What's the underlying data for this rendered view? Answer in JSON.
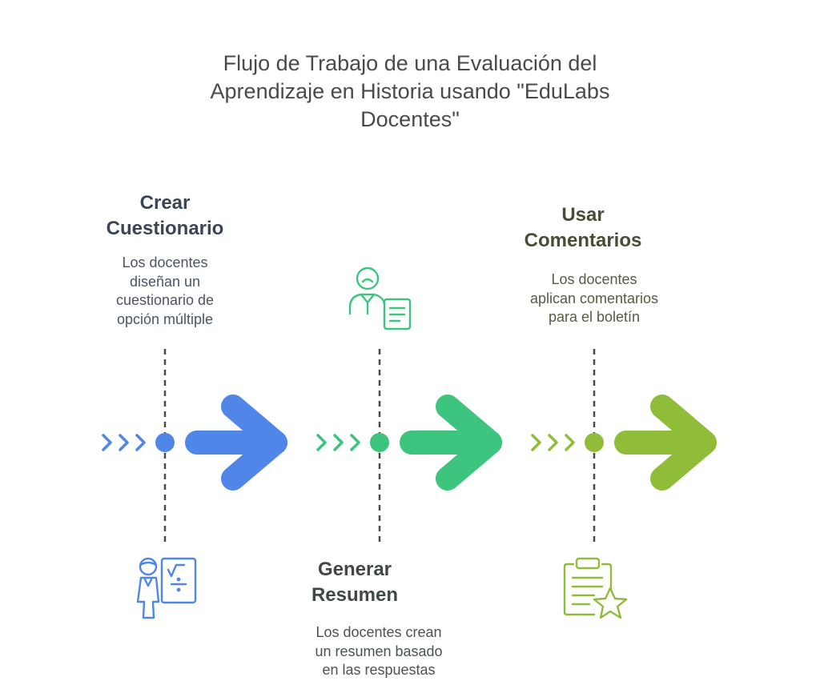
{
  "title": {
    "line1": "Flujo de Trabajo de una Evaluación del",
    "line2": "Aprendizaje en Historia usando \"EduLabs",
    "line3": "Docentes\""
  },
  "steps": [
    {
      "heading_line1": "Crear",
      "heading_line2": "Cuestionario",
      "desc_line1": "Los docentes",
      "desc_line2": "diseñan un",
      "desc_line3": "cuestionario de",
      "desc_line4": "opción múltiple",
      "color": "#4f86e8",
      "icon": "teacher-board-icon"
    },
    {
      "heading_line1": "Generar",
      "heading_line2": "Resumen",
      "desc_line1": "Los docentes crean",
      "desc_line2": "un resumen basado",
      "desc_line3": "en las respuestas",
      "color": "#3dc47e",
      "icon": "user-document-icon"
    },
    {
      "heading_line1": "Usar",
      "heading_line2": "Comentarios",
      "desc_line1": "Los docentes",
      "desc_line2": "aplican comentarios",
      "desc_line3": "para el boletín",
      "color": "#8fbd3a",
      "icon": "clipboard-star-icon"
    }
  ],
  "colors": {
    "heading_blue": "#3b4556",
    "heading_green": "#3e4a40",
    "heading_olive": "#4a4d36",
    "desc_blue": "#4b5563",
    "desc_green": "#4a544c",
    "desc_olive": "#575a44",
    "dashed_line": "#4a4a4a"
  }
}
